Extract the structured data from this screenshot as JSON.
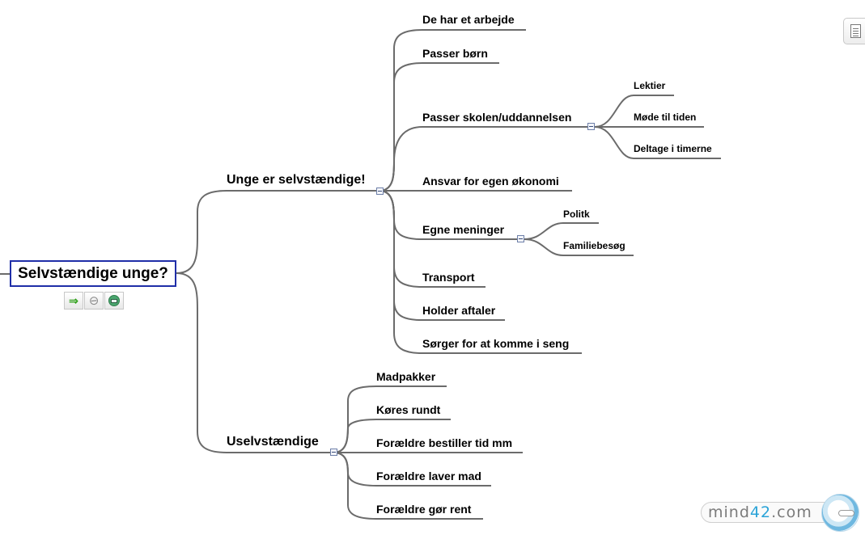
{
  "root": {
    "label": "Selvstændige unge?"
  },
  "branch1": {
    "label": "Unge er selvstændige!",
    "children": [
      {
        "label": "De har et arbejde"
      },
      {
        "label": "Passer børn"
      },
      {
        "label": "Passer skolen/uddannelsen",
        "children": [
          {
            "label": "Lektier"
          },
          {
            "label": "Møde til tiden"
          },
          {
            "label": "Deltage i timerne"
          }
        ]
      },
      {
        "label": "Ansvar for egen økonomi"
      },
      {
        "label": "Egne meninger",
        "children": [
          {
            "label": "Politk"
          },
          {
            "label": "Familiebesøg"
          }
        ]
      },
      {
        "label": "Transport"
      },
      {
        "label": "Holder aftaler"
      },
      {
        "label": "Sørger for at komme i seng"
      }
    ]
  },
  "branch2": {
    "label": "Uselvstændige",
    "children": [
      {
        "label": "Madpakker"
      },
      {
        "label": "Køres rundt"
      },
      {
        "label": "Forældre bestiller tid mm"
      },
      {
        "label": "Forældre laver mad"
      },
      {
        "label": "Forældre gør rent"
      }
    ]
  },
  "root_actions": [
    {
      "icon": "arrow-right-icon"
    },
    {
      "icon": "paperclip-icon"
    },
    {
      "icon": "email-icon"
    }
  ],
  "notes_button": {
    "icon": "document-icon"
  },
  "brand": {
    "name_prefix": "mind",
    "name_number": "42",
    "name_suffix": ".com"
  },
  "colors": {
    "root_border": "#1f2ea8",
    "connector": "#6b6b6b",
    "brand_accent": "#2aa3d8"
  }
}
